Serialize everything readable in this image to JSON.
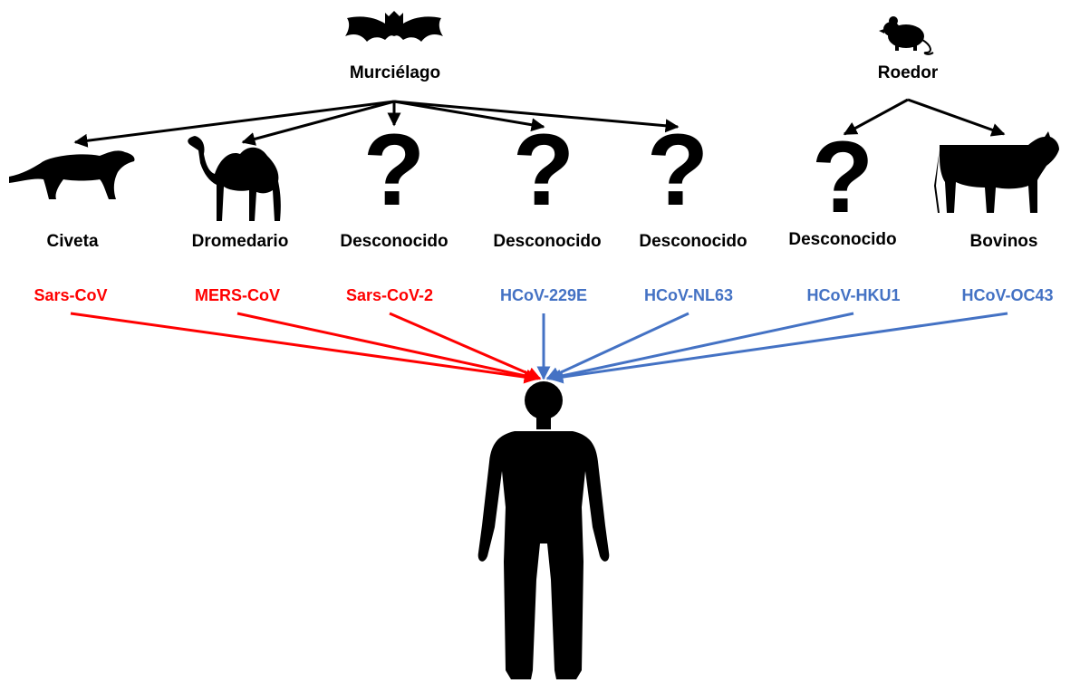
{
  "reservoirs": {
    "bat": {
      "label": "Murciélago",
      "icon": "bat-icon"
    },
    "rodent": {
      "label": "Roedor",
      "icon": "rodent-icon"
    }
  },
  "hosts": [
    {
      "label": "Civeta",
      "icon": "civet-icon"
    },
    {
      "label": "Dromedario",
      "icon": "camel-icon"
    },
    {
      "label": "Desconocido",
      "icon": "question-mark-icon",
      "glyph": "?"
    },
    {
      "label": "Desconocido",
      "icon": "question-mark-icon",
      "glyph": "?"
    },
    {
      "label": "Desconocido",
      "icon": "question-mark-icon",
      "glyph": "?"
    },
    {
      "label": "Desconocido",
      "icon": "question-mark-icon",
      "glyph": "?"
    },
    {
      "label": "Bovinos",
      "icon": "cow-icon"
    }
  ],
  "viruses": [
    {
      "label": "Sars-CoV",
      "color": "#ff0000"
    },
    {
      "label": "MERS-CoV",
      "color": "#ff0000"
    },
    {
      "label": "Sars-CoV-2",
      "color": "#ff0000"
    },
    {
      "label": "HCoV-229E",
      "color": "#4472c4"
    },
    {
      "label": "HCoV-NL63",
      "color": "#4472c4"
    },
    {
      "label": "HCoV-HKU1",
      "color": "#4472c4"
    },
    {
      "label": "HCoV-OC43",
      "color": "#4472c4"
    }
  ],
  "target": {
    "icon": "human-icon"
  },
  "colors": {
    "severe": "#ff0000",
    "mild": "#4472c4",
    "arrow": "#000000"
  }
}
